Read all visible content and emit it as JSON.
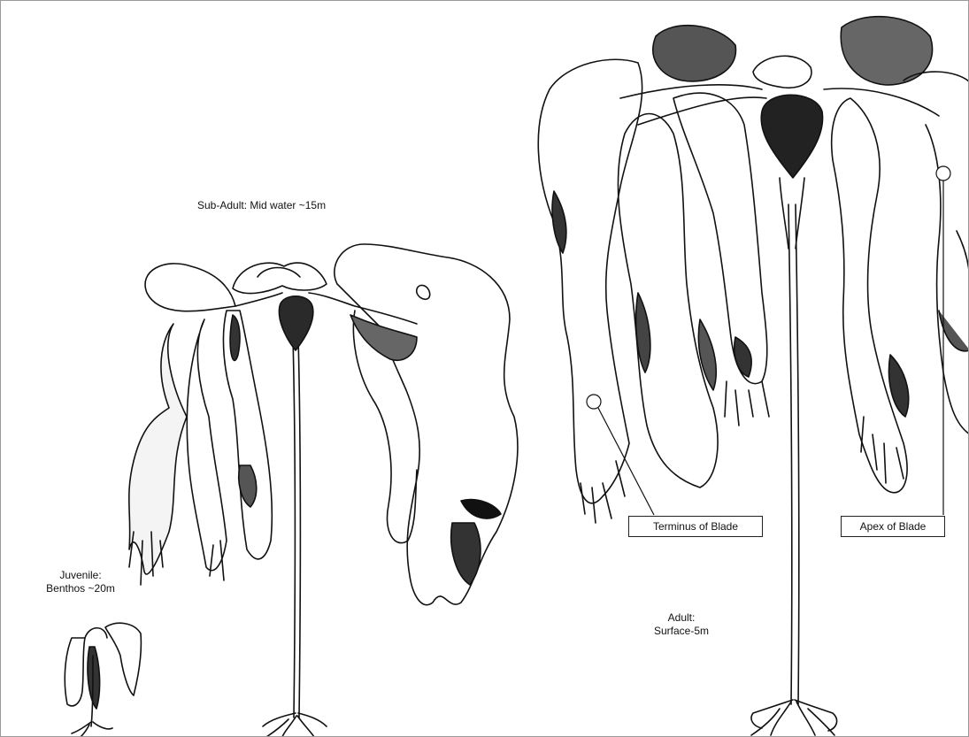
{
  "labels": {
    "sub_adult": "Sub-Adult: Mid water ~15m",
    "juvenile_line1": "Juvenile:",
    "juvenile_line2": "Benthos ~20m",
    "adult_line1": "Adult:",
    "adult_line2": "Surface-5m"
  },
  "callouts": {
    "terminus": "Terminus of Blade",
    "apex": "Apex of Blade"
  }
}
